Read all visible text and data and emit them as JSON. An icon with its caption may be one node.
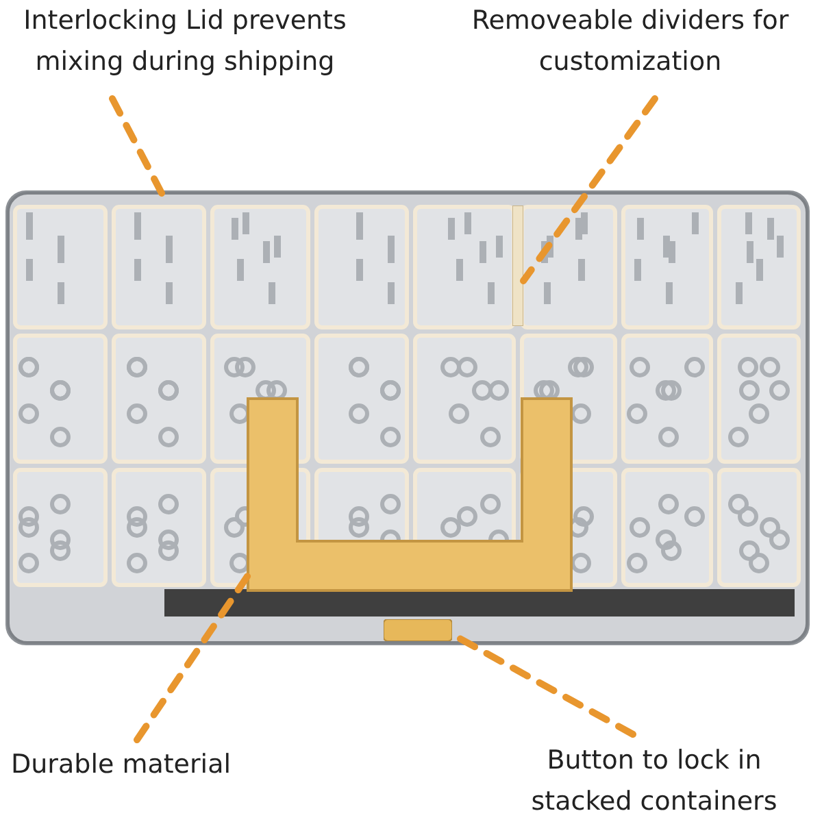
{
  "diagram": {
    "nodes": [
      {
        "text": [
          "Interlocking Lid prevents mixing during shipping"
        ]
      },
      {
        "text": [
          "Removeable dividers for customization"
        ]
      },
      {
        "text": [
          "Durable material"
        ]
      },
      {
        "text": [
          "Button to lock in stacked containers"
        ]
      },
      {
        "text": [],
        "shape": "box"
      },
      {
        "text": [],
        "shape": "bar",
        "in": 4
      },
      {
        "text": [],
        "shape": "picture",
        "in": 4
      },
      {
        "text": [],
        "shape": "box",
        "in": 4
      }
    ],
    "edges": [
      {
        "from": 0,
        "to": 4,
        "arrow": "none",
        "style": "dashed"
      },
      {
        "from": 1,
        "to": 5,
        "arrow": "none",
        "style": "dashed"
      },
      {
        "from": 2,
        "to": 6,
        "arrow": "none",
        "style": "dashed"
      },
      {
        "from": 3,
        "to": 7,
        "arrow": "none",
        "style": "dashed"
      }
    ]
  }
}
